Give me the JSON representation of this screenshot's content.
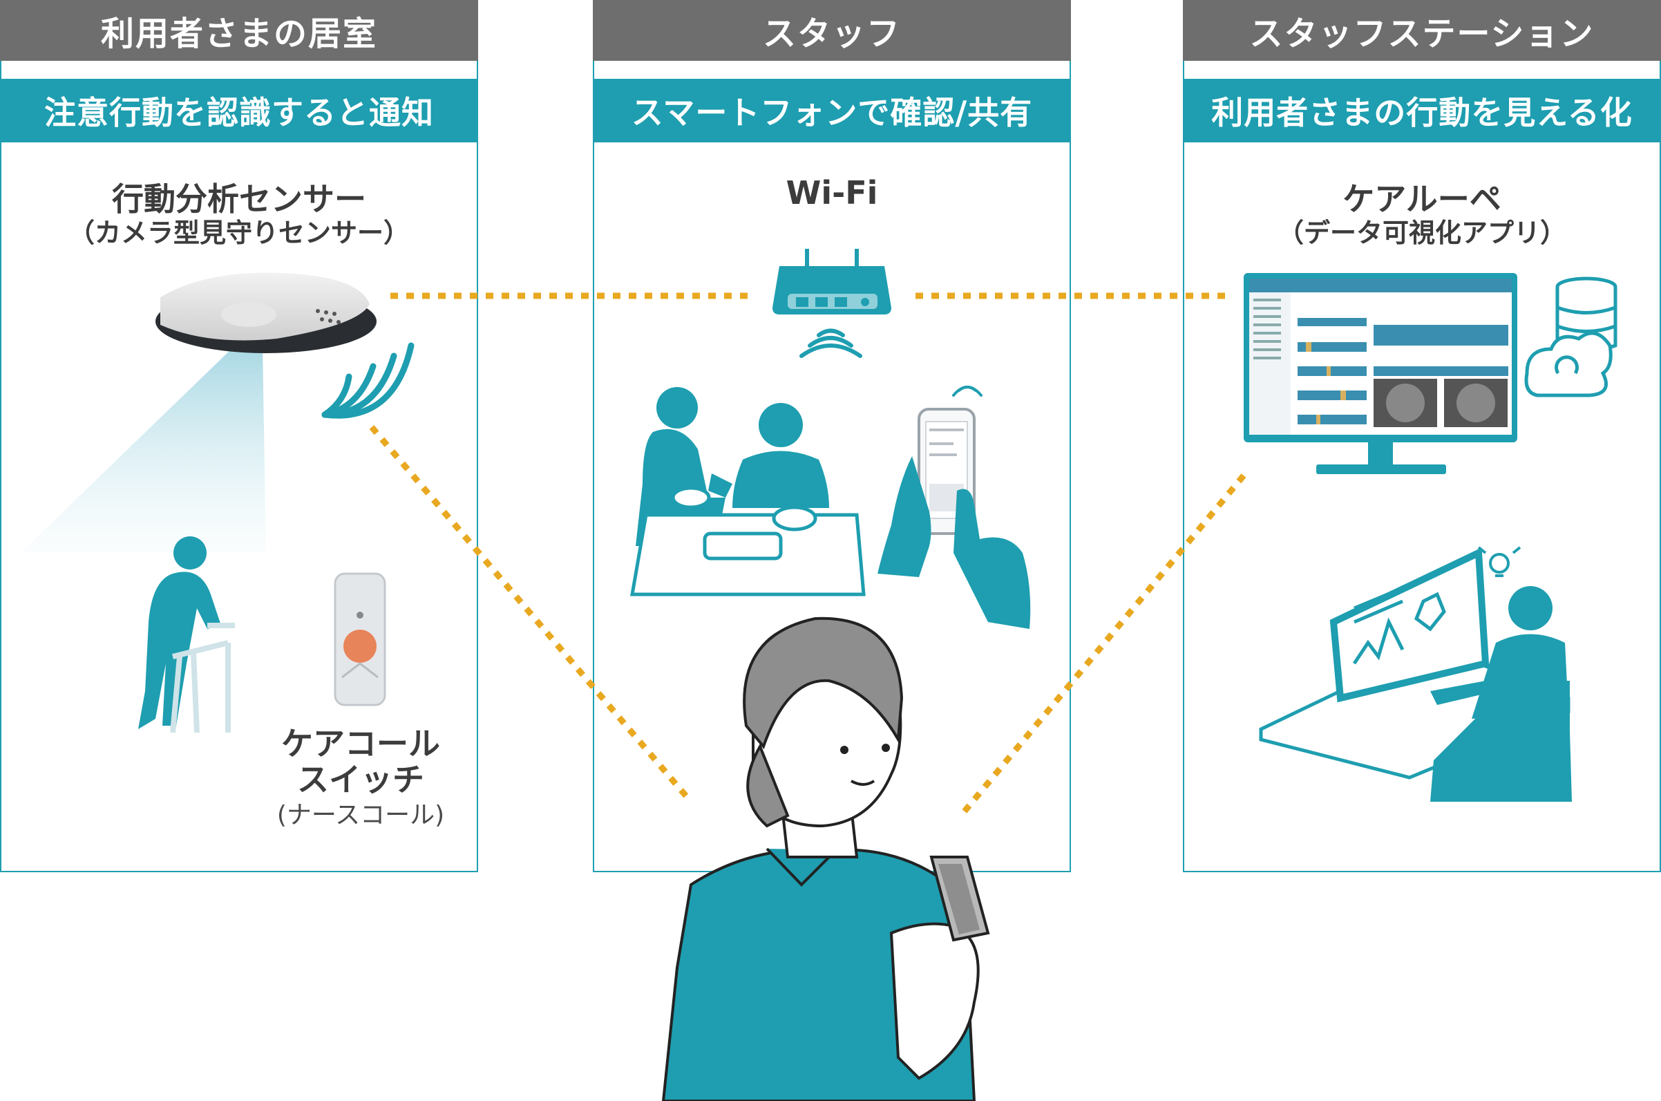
{
  "panels": [
    {
      "header": "利用者さまの居室",
      "subheader": "注意行動を認識すると通知",
      "device_name": "行動分析センサー",
      "device_sub": "（カメラ型見守りセンサー）",
      "switch_name_1": "ケアコール",
      "switch_name_2": "スイッチ",
      "switch_sub": "(ナースコール)"
    },
    {
      "header": "スタッフ",
      "subheader": "スマートフォンで確認/共有",
      "device_name": "Wi-Fi"
    },
    {
      "header": "スタッフステーション",
      "subheader": "利用者さまの行動を見える化",
      "device_name": "ケアルーペ",
      "device_sub": "（データ可視化アプリ）"
    }
  ],
  "colors": {
    "teal": "#1e9eb0",
    "gray_header": "#6e6e6e",
    "dots": "#e8a820",
    "orange_button": "#e8845a"
  },
  "icons": {
    "sensor": "ceiling-sensor-icon",
    "router": "wifi-router-icon",
    "monitor": "monitor-dashboard-icon",
    "database": "database-cloud-icon"
  }
}
